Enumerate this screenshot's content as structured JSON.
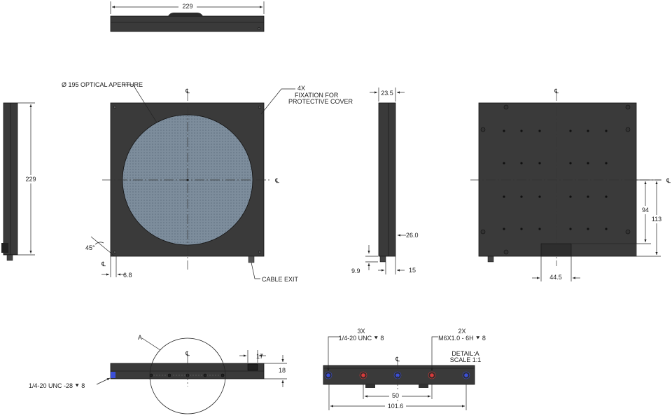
{
  "top_view": {
    "width_dim": "229"
  },
  "front_view": {
    "aperture_callout": "Ø 195 OPTICAL APERTURE",
    "fixation_callout_count": "4X",
    "fixation_callout_text_1": "FIXATION FOR",
    "fixation_callout_text_2": "PROTECTIVE COVER",
    "chamfer_angle": "45°",
    "chamfer_offset": "6.8",
    "cable_exit_label": "CABLE EXIT",
    "centerline_symbol": "℄"
  },
  "left_view": {
    "height_dim": "229"
  },
  "side_view": {
    "depth_dim": "23.5",
    "connector_dim": "26.0",
    "offset_dim_1": "9.9",
    "offset_dim_2": "15"
  },
  "back_view": {
    "dim_94": "94",
    "dim_113": "113",
    "dim_44_5": "44.5"
  },
  "bottom_view": {
    "detail_callout": "A",
    "thread_callout": "1/4-20 UNC  -28 ⯆ 8",
    "dim_17": "17",
    "dim_18": "18"
  },
  "detail_view": {
    "thread_3x_count": "3X",
    "thread_3x_spec": "1/4-20 UNC  ⯆ 8",
    "thread_2x_count": "2X",
    "thread_2x_spec": "M6X1.0 - 6H ⯆ 8",
    "detail_label": "DETAIL:A",
    "scale_label": "SCALE 1:1",
    "dim_50": "50",
    "dim_101_6": "101.6",
    "colors": {
      "uncolor": "#3b4fd8",
      "m6color": "#d83b3b"
    }
  }
}
